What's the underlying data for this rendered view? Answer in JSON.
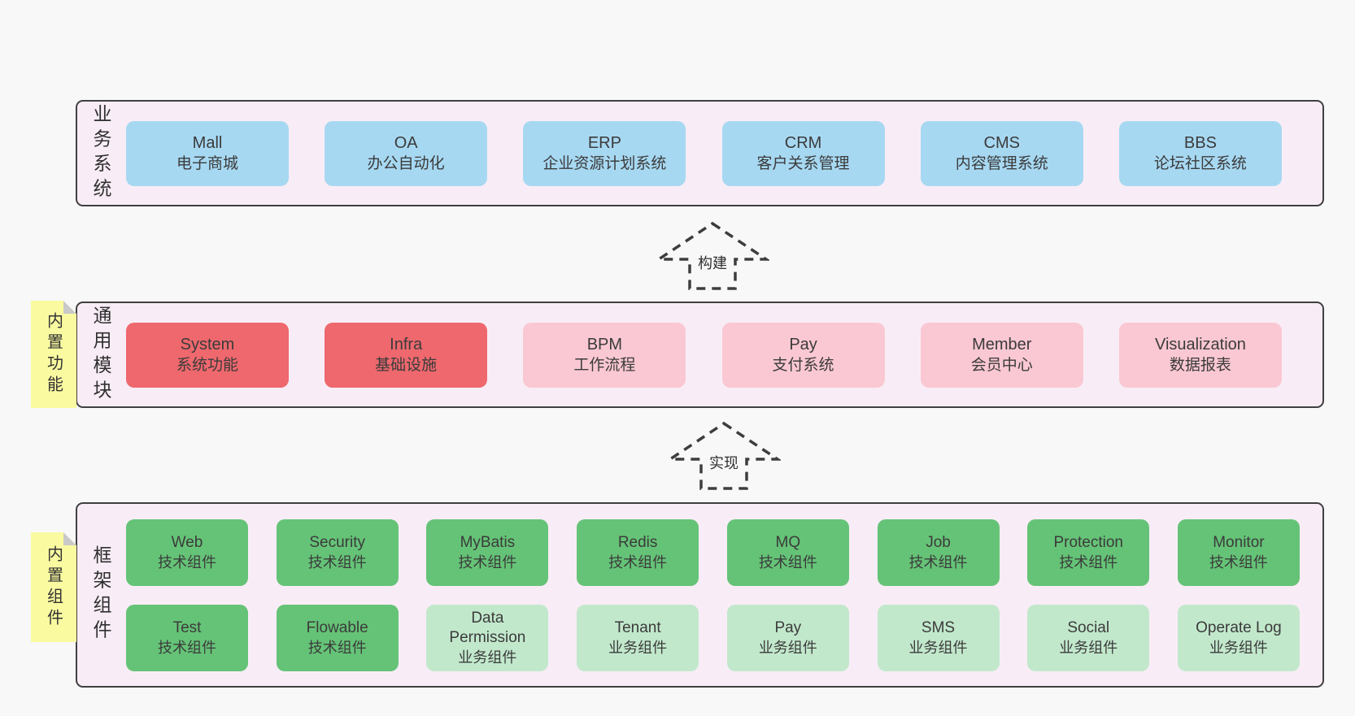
{
  "palette": {
    "page-bg": "#f8f8f8",
    "section-bg": "#f8edf6",
    "section-border": "#404040",
    "blue": "#a7d8f2",
    "red": "#ee686d",
    "pink": "#fac8d3",
    "green": "#65c377",
    "lightgreen": "#c2e8cc",
    "sticky-yellow": "#fafaa0",
    "fold-gray": "#c9c9c9",
    "text": "#3b3b3b",
    "arrow": "#3d3d3d"
  },
  "sections": [
    {
      "side_label": "业务系统",
      "boxes": [
        {
          "title": "Mall",
          "subtitle": "电子商城",
          "variant": "blue"
        },
        {
          "title": "OA",
          "subtitle": "办公自动化",
          "variant": "blue"
        },
        {
          "title": "ERP",
          "subtitle": "企业资源计划系统",
          "variant": "blue"
        },
        {
          "title": "CRM",
          "subtitle": "客户关系管理",
          "variant": "blue"
        },
        {
          "title": "CMS",
          "subtitle": "内容管理系统",
          "variant": "blue"
        },
        {
          "title": "BBS",
          "subtitle": "论坛社区系统",
          "variant": "blue"
        }
      ]
    },
    {
      "side_label": "通用模块",
      "sticky": "内置功能",
      "boxes": [
        {
          "title": "System",
          "subtitle": "系统功能",
          "variant": "red"
        },
        {
          "title": "Infra",
          "subtitle": "基础设施",
          "variant": "red"
        },
        {
          "title": "BPM",
          "subtitle": "工作流程",
          "variant": "pink"
        },
        {
          "title": "Pay",
          "subtitle": "支付系统",
          "variant": "pink"
        },
        {
          "title": "Member",
          "subtitle": "会员中心",
          "variant": "pink"
        },
        {
          "title": "Visualization",
          "subtitle": "数据报表",
          "variant": "pink"
        }
      ]
    },
    {
      "side_label": "框架组件",
      "sticky": "内置组件",
      "boxes": [
        {
          "title": "Web",
          "subtitle": "技术组件",
          "variant": "green"
        },
        {
          "title": "Security",
          "subtitle": "技术组件",
          "variant": "green"
        },
        {
          "title": "MyBatis",
          "subtitle": "技术组件",
          "variant": "green"
        },
        {
          "title": "Redis",
          "subtitle": "技术组件",
          "variant": "green"
        },
        {
          "title": "MQ",
          "subtitle": "技术组件",
          "variant": "green"
        },
        {
          "title": "Job",
          "subtitle": "技术组件",
          "variant": "green"
        },
        {
          "title": "Protection",
          "subtitle": "技术组件",
          "variant": "green"
        },
        {
          "title": "Monitor",
          "subtitle": "技术组件",
          "variant": "green"
        },
        {
          "title": "Test",
          "subtitle": "技术组件",
          "variant": "green"
        },
        {
          "title": "Flowable",
          "subtitle": "技术组件",
          "variant": "green"
        },
        {
          "title": "Data Permission",
          "subtitle": "业务组件",
          "variant": "lightgreen"
        },
        {
          "title": "Tenant",
          "subtitle": "业务组件",
          "variant": "lightgreen"
        },
        {
          "title": "Pay",
          "subtitle": "业务组件",
          "variant": "lightgreen"
        },
        {
          "title": "SMS",
          "subtitle": "业务组件",
          "variant": "lightgreen"
        },
        {
          "title": "Social",
          "subtitle": "业务组件",
          "variant": "lightgreen"
        },
        {
          "title": "Operate Log",
          "subtitle": "业务组件",
          "variant": "lightgreen"
        }
      ]
    }
  ],
  "arrows": [
    {
      "label": "构建"
    },
    {
      "label": "实现"
    }
  ]
}
